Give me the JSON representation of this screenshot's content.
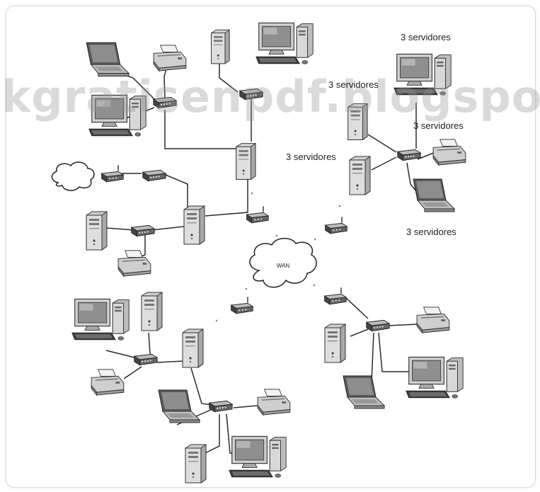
{
  "watermark": "kgratisenpdf.blogspot",
  "wan_label": "WAN",
  "server_labels": [
    "3 servidores",
    "3 servidores",
    "3 servidores",
    "3 servidores",
    "3 servidores"
  ],
  "colors": {
    "line": "#2b2b2b",
    "device_light": "#d9d9d9",
    "device_mid": "#a8a8a8",
    "device_dark": "#555555",
    "screen": "#9c9c9c",
    "wan_fill": "#ffffff"
  }
}
